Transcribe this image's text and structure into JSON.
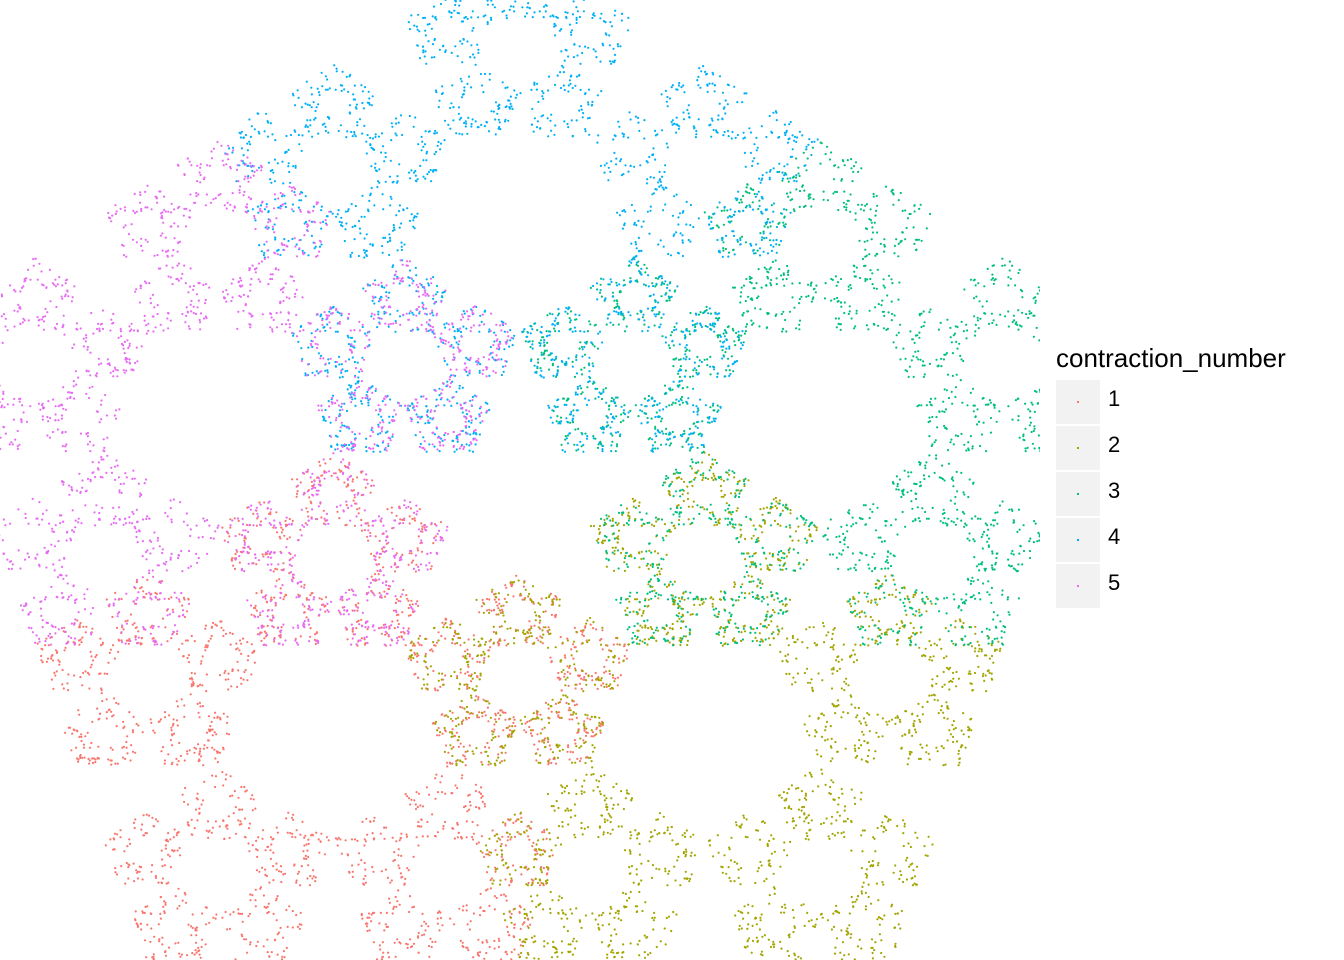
{
  "chart_data": {
    "type": "scatter",
    "title": "",
    "xlabel": "",
    "ylabel": "",
    "grid": false,
    "axes_visible": false,
    "legend": {
      "title": "contraction_number",
      "position": "right",
      "entries": [
        "1",
        "2",
        "3",
        "4",
        "5"
      ]
    },
    "description_note_free": true,
    "series": [
      {
        "name": "1",
        "color": "#F8766D",
        "cluster_center": [
          -0.59,
          -0.81
        ]
      },
      {
        "name": "2",
        "color": "#A3A500",
        "cluster_center": [
          0.59,
          -0.81
        ]
      },
      {
        "name": "3",
        "color": "#00BF7D",
        "cluster_center": [
          0.95,
          0.31
        ]
      },
      {
        "name": "4",
        "color": "#00B0F6",
        "cluster_center": [
          0.0,
          1.0
        ]
      },
      {
        "name": "5",
        "color": "#E76BF3",
        "cluster_center": [
          -0.95,
          0.31
        ]
      }
    ],
    "points_per_series": 2200,
    "xlim": [
      -1.62,
      1.62
    ],
    "ylim": [
      -1.55,
      1.73
    ]
  }
}
